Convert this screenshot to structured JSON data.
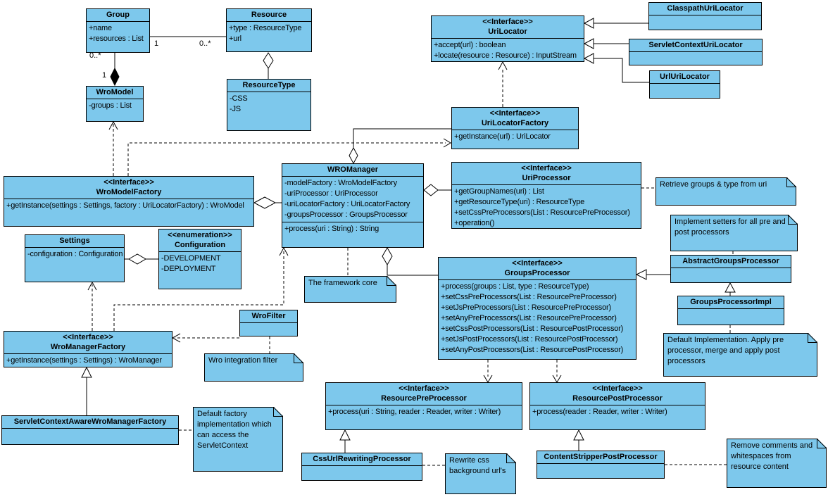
{
  "colors": {
    "shape_fill": "#7dc8ec",
    "shape_border": "#000000",
    "canvas": "#ffffff",
    "line": "#000000"
  },
  "classes": {
    "group": {
      "name": "Group",
      "attrs": [
        "+name",
        "+resources : List"
      ]
    },
    "resource": {
      "name": "Resource",
      "attrs": [
        "+type : ResourceType",
        "+url"
      ]
    },
    "resourceType": {
      "name": "ResourceType",
      "attrs": [
        "-CSS",
        "-JS"
      ]
    },
    "wroModel": {
      "name": "WroModel",
      "attrs": [
        "-groups : List"
      ]
    },
    "uriLocator": {
      "stereotype": "<<Interface>>",
      "name": "UriLocator",
      "methods": [
        "+accept(url) : boolean",
        "+locate(resource : Resource) : InputStream"
      ]
    },
    "classpathUriLocator": {
      "name": "ClasspathUriLocator"
    },
    "servletContextUriLocator": {
      "name": "ServletContextUriLocator"
    },
    "urlUriLocator": {
      "name": "UrlUriLocator"
    },
    "uriLocatorFactory": {
      "stereotype": "<<Interface>>",
      "name": "UriLocatorFactory",
      "methods": [
        "+getInstance(url) : UriLocator"
      ]
    },
    "wroManager": {
      "name": "WROManager",
      "attrs": [
        "-modelFactory : WroModelFactory",
        "-uriProcessor : UriProcessor",
        "-uriLocatorFactory : UriLocatorFactory",
        "-groupsProcessor : GroupsProcessor"
      ],
      "methods": [
        "+process(uri : String) : String"
      ]
    },
    "uriProcessor": {
      "stereotype": "<<Interface>>",
      "name": "UriProcessor",
      "methods": [
        "+getGroupNames(uri) : List",
        "+getResourceType(uri) : ResourceType",
        "+setCssPreProcessors(List : ResourcePreProcessor)",
        "+operation()"
      ]
    },
    "wroModelFactory": {
      "stereotype": "<<Interface>>",
      "name": "WroModelFactory",
      "methods": [
        "+getInstance(settings : Settings, factory : UriLocatorFactory) : WroModel"
      ]
    },
    "settings": {
      "name": "Settings",
      "attrs": [
        "-configuration : Configuration"
      ]
    },
    "configuration": {
      "stereotype": "<<enumeration>>",
      "name": "Configuration",
      "attrs": [
        "-DEVELOPMENT",
        "-DEPLOYMENT"
      ]
    },
    "groupsProcessor": {
      "stereotype": "<<Interface>>",
      "name": "GroupsProcessor",
      "methods": [
        "+process(groups : List, type : ResourceType)",
        "+setCssPreProcessors(List : ResourcePreProcessor)",
        "+setJsPreProcessors(List : ResourcePreProcessor)",
        "+setAnyPreProcessors(List : ResourcePreProcessor)",
        "+setCssPostProcessors(List : ResourcePostProcessor)",
        "+setJsPostProcessors(List : ResourcePostProcessor)",
        "+setAnyPostProcessors(List : ResourcePostProcessor)"
      ]
    },
    "abstractGroupsProcessor": {
      "name": "AbstractGroupsProcessor"
    },
    "groupsProcessorImpl": {
      "name": "GroupsProcessorImpl"
    },
    "wroFilter": {
      "name": "WroFilter"
    },
    "wroManagerFactory": {
      "stereotype": "<<Interface>>",
      "name": "WroManagerFactory",
      "methods": [
        "+getInstance(settings : Settings) : WroManager"
      ]
    },
    "servletContextAwareWroManagerFactory": {
      "name": "ServletContextAwareWroManagerFactory"
    },
    "resourcePreProcessor": {
      "stereotype": "<<Interface>>",
      "name": "ResourcePreProcessor",
      "methods": [
        "+process(uri : String, reader : Reader, writer : Writer)"
      ]
    },
    "resourcePostProcessor": {
      "stereotype": "<<Interface>>",
      "name": "ResourcePostProcessor",
      "methods": [
        "+process(reader : Reader, writer : Writer)"
      ]
    },
    "cssUrlRewritingProcessor": {
      "name": "CssUrlRewritingProcessor"
    },
    "contentStripperPostProcessor": {
      "name": "ContentStripperPostProcessor"
    }
  },
  "notes": {
    "retrieveGroups": "Retrieve groups & type from uri",
    "implementSetters": "Implement setters for all pre and post processors",
    "frameworkCore": "The framework core",
    "wroIntegrationFilter": "Wro integration filter",
    "defaultFactory": "Default factory implementation which can access the ServletContext",
    "rewriteCss": "Rewrite css background url's",
    "removeComments": "Remove comments and whitespaces from resource content",
    "defaultImplementation": "Default Implementation. Apply pre processor, merge and apply post processors"
  },
  "edge_labels": {
    "groupResource1": "1",
    "groupResourceMany": "0..*",
    "groupWroModelMany": "0..*",
    "groupWroModel1": "1"
  }
}
